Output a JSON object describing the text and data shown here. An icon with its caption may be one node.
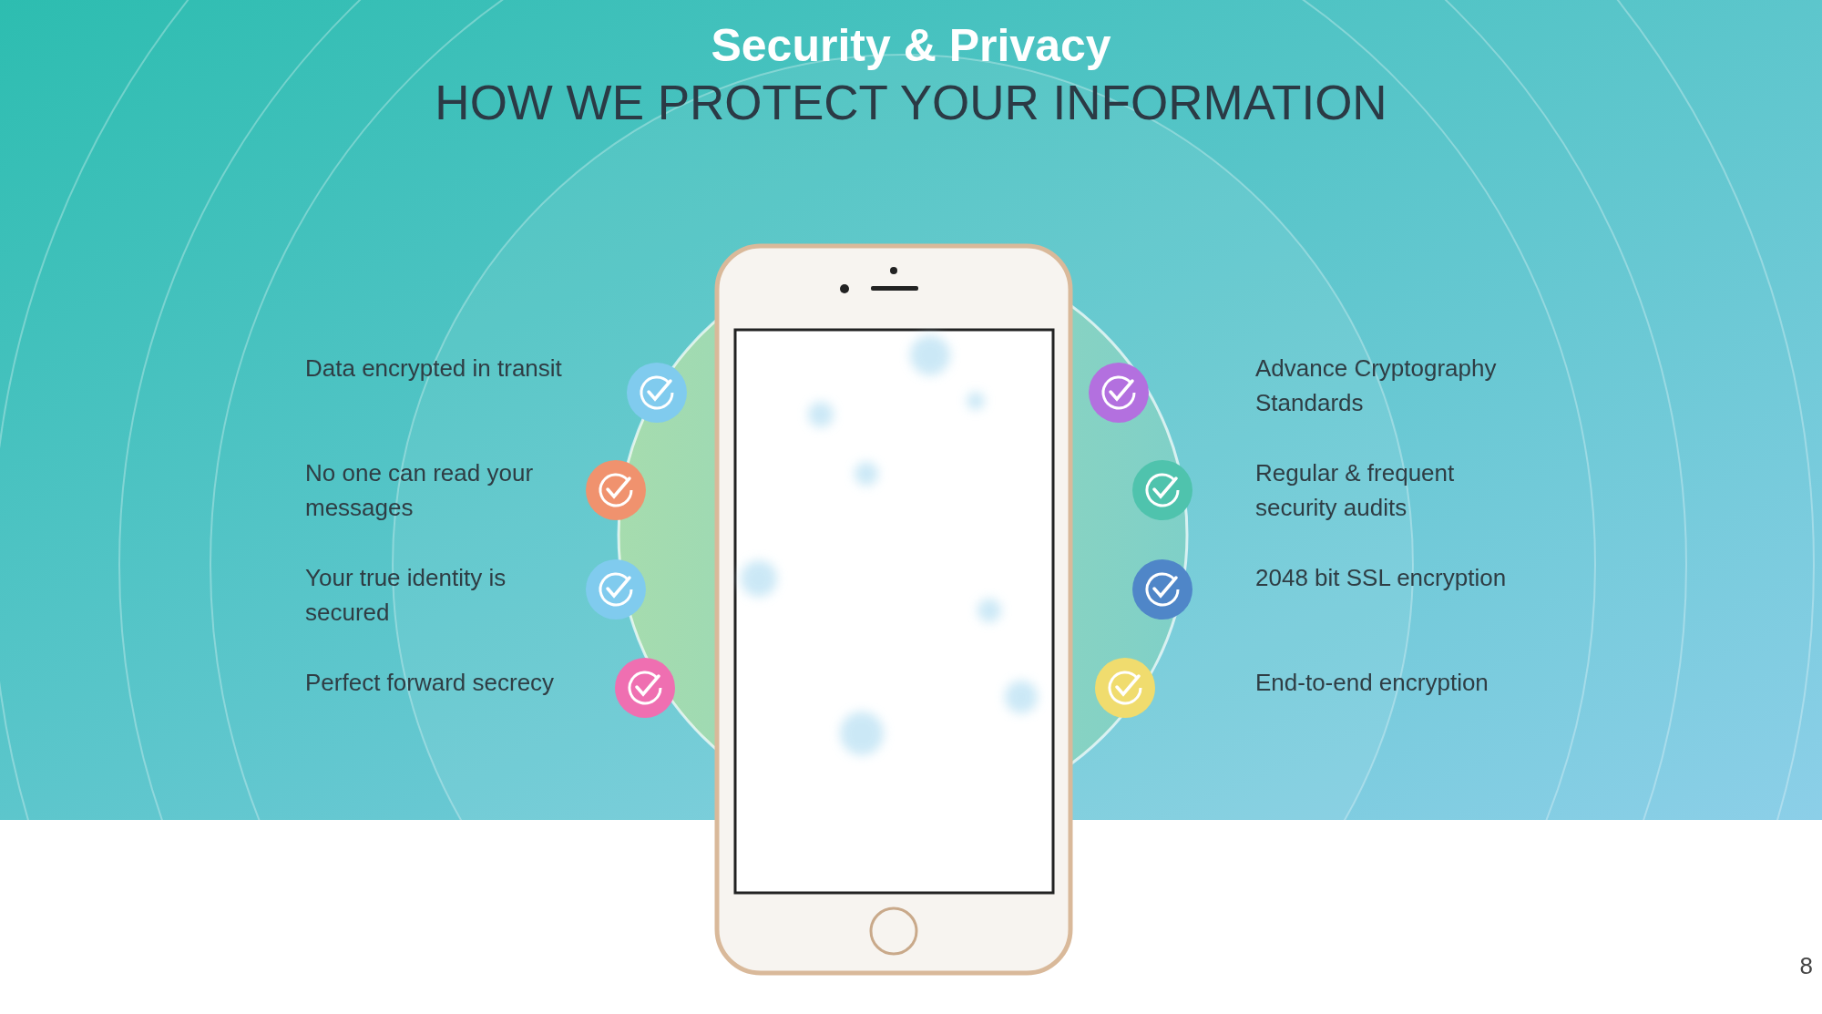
{
  "diagram": {
    "title": "Security & Privacy",
    "labels": [
      "HOW WE PROTECT YOUR INFORMATION",
      "Data encrypted in transit",
      "Advance Cryptography Standards",
      "No one can read your messages",
      "Regular & frequent security audits",
      "Your true identity is secured",
      "2048 bit SSL encryption",
      "Perfect forward secrecy",
      "End-to-end encryption",
      "8"
    ]
  }
}
